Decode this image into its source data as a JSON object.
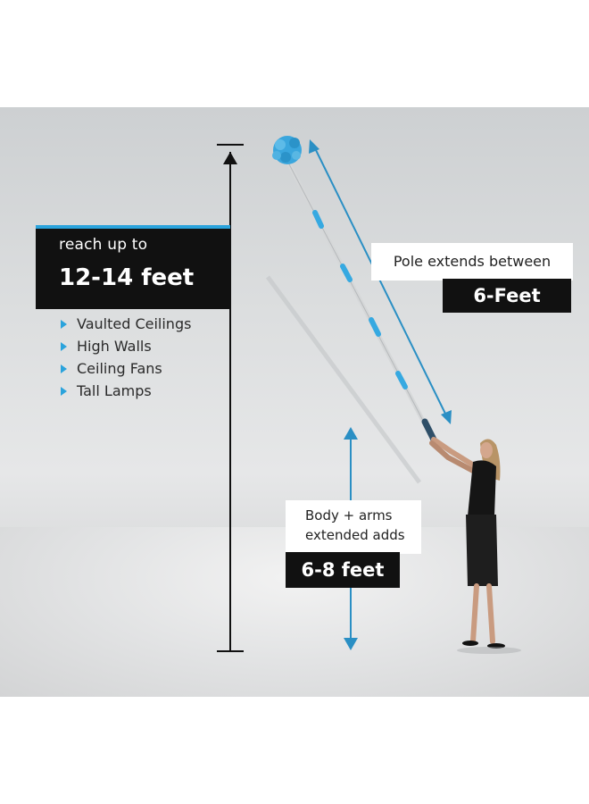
{
  "reach": {
    "prefix": "reach up to",
    "range": "12-14 feet"
  },
  "uses": [
    "Vaulted Ceilings",
    "High Walls",
    "Ceiling Fans",
    "Tall Lamps"
  ],
  "pole": {
    "label": "Pole extends between",
    "value": "6-Feet"
  },
  "body": {
    "line1": "Body + arms",
    "line2": "extended adds",
    "value": "6-8 feet"
  },
  "colors": {
    "accent": "#2aa3dc",
    "label_dark": "#111111",
    "label_light": "#ffffff"
  },
  "icons": [
    "chevron-right-icon",
    "duster-head-icon",
    "arrow-icon"
  ]
}
